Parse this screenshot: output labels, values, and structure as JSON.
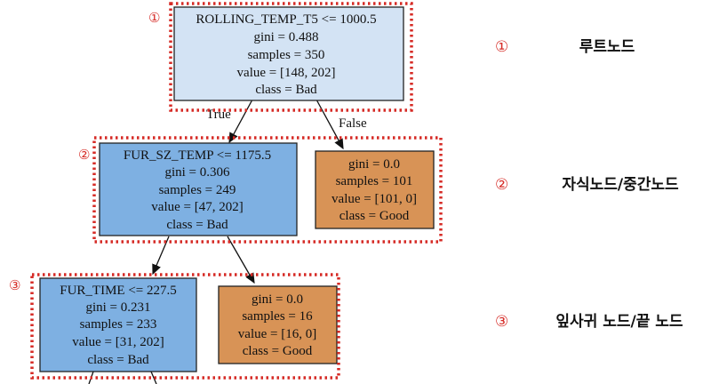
{
  "colors": {
    "root_fill": "#d3e3f4",
    "bad_fill": "#7eb0e2",
    "good_fill": "#d89356",
    "node_stroke": "#222222",
    "highlight": "#d62b26"
  },
  "tree": {
    "nodes": {
      "root": {
        "lines": [
          "ROLLING_TEMP_T5 <= 1000.5",
          "gini = 0.488",
          "samples = 350",
          "value = [148, 202]",
          "class = Bad"
        ]
      },
      "fur_sz_temp": {
        "lines": [
          "FUR_SZ_TEMP <= 1175.5",
          "gini = 0.306",
          "samples = 249",
          "value = [47, 202]",
          "class = Bad"
        ]
      },
      "good_101": {
        "lines": [
          "gini = 0.0",
          "samples = 101",
          "value = [101, 0]",
          "class = Good"
        ]
      },
      "fur_time": {
        "lines": [
          "FUR_TIME <= 227.5",
          "gini = 0.231",
          "samples = 233",
          "value = [31, 202]",
          "class = Bad"
        ]
      },
      "good_16": {
        "lines": [
          "gini = 0.0",
          "samples = 16",
          "value = [16, 0]",
          "class = Good"
        ]
      }
    },
    "edge_labels": {
      "true": "True",
      "false": "False"
    }
  },
  "markers": [
    "①",
    "②",
    "③"
  ],
  "legend": [
    {
      "num": "①",
      "label": "루트노드"
    },
    {
      "num": "②",
      "label": "자식노드/중간노드"
    },
    {
      "num": "③",
      "label": "잎사귀 노드/끝 노드"
    }
  ]
}
